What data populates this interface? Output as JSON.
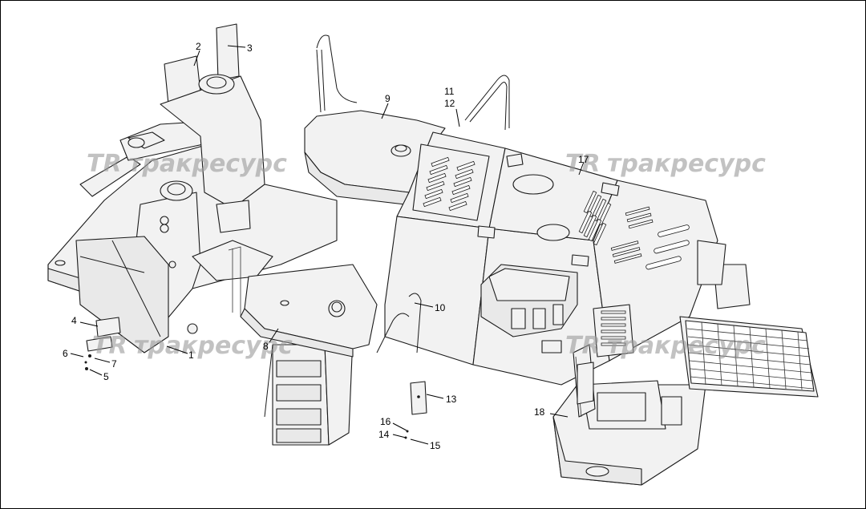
{
  "watermark": {
    "logo": "TR",
    "text": "тракресурс"
  },
  "callouts": [
    {
      "id": "c1",
      "label": "1"
    },
    {
      "id": "c2",
      "label": "2"
    },
    {
      "id": "c3",
      "label": "3"
    },
    {
      "id": "c4",
      "label": "4"
    },
    {
      "id": "c5",
      "label": "5"
    },
    {
      "id": "c6",
      "label": "6"
    },
    {
      "id": "c7",
      "label": "7"
    },
    {
      "id": "c8",
      "label": "8"
    },
    {
      "id": "c9",
      "label": "9"
    },
    {
      "id": "c10",
      "label": "10"
    },
    {
      "id": "c11",
      "label": "11"
    },
    {
      "id": "c12",
      "label": "12"
    },
    {
      "id": "c13",
      "label": "13"
    },
    {
      "id": "c14",
      "label": "14"
    },
    {
      "id": "c15",
      "label": "15"
    },
    {
      "id": "c16",
      "label": "16"
    },
    {
      "id": "c17",
      "label": "17"
    },
    {
      "id": "c18",
      "label": "18"
    }
  ]
}
